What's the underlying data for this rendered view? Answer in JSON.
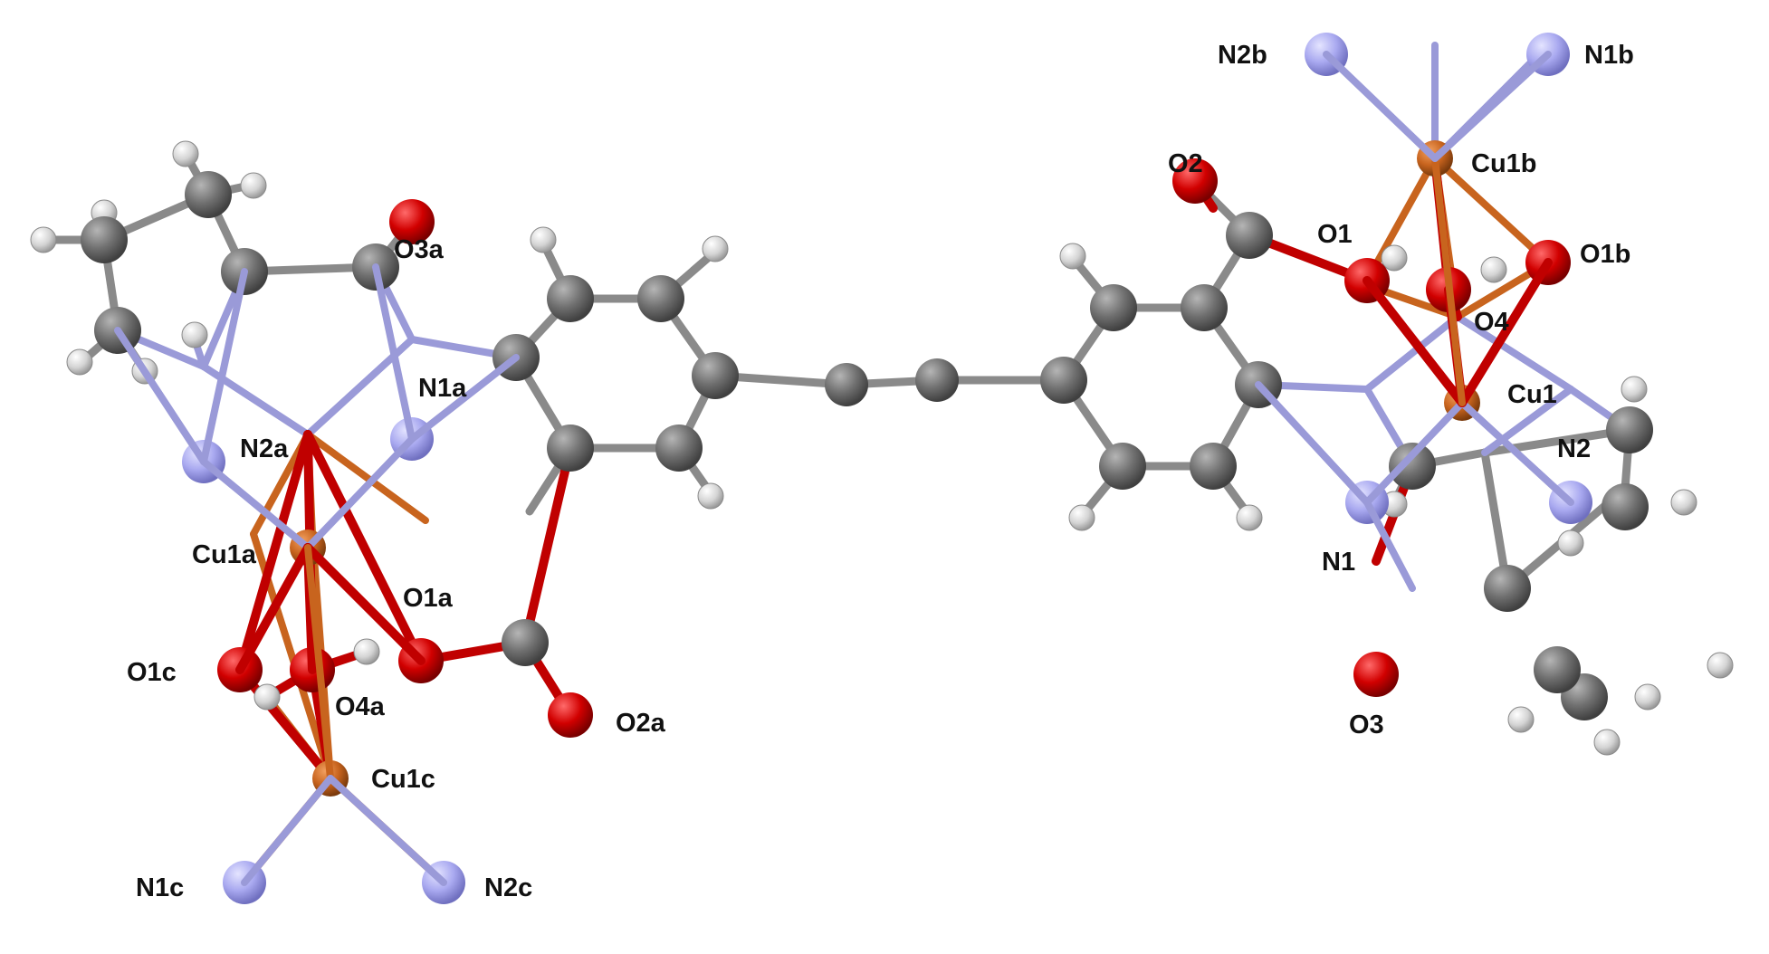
{
  "colors": {
    "background": "#ffffff",
    "carbon": "#7a7a7a",
    "hydrogen": "#d8d8d8",
    "oxygen": "#d10000",
    "nitrogen": "#a9a9f0",
    "copper": "#c8641e",
    "label": "#111111"
  },
  "labels": {
    "o3a": "O3a",
    "n1a": "N1a",
    "n2a": "N2a",
    "cu1a": "Cu1a",
    "o1a": "O1a",
    "o1c": "O1c",
    "o4a": "O4a",
    "o2a": "O2a",
    "cu1c": "Cu1c",
    "n1c": "N1c",
    "n2c": "N2c",
    "n2b": "N2b",
    "n1b": "N1b",
    "o2": "O2",
    "cu1b": "Cu1b",
    "o1": "O1",
    "o1b": "O1b",
    "o4": "O4",
    "cu1": "Cu1",
    "n2": "N2",
    "n1": "N1",
    "o3": "O3"
  }
}
